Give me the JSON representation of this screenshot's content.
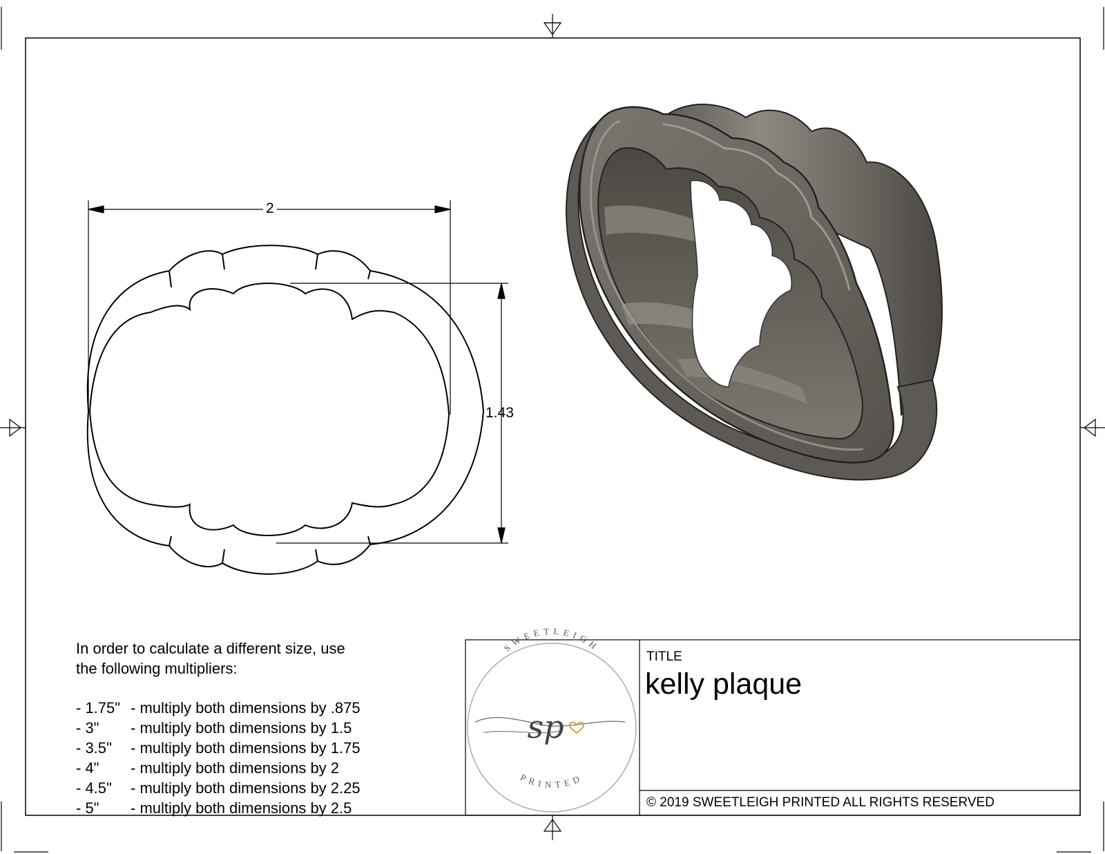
{
  "drawing": {
    "dimensions": {
      "width_value": "2",
      "height_value": "1.43"
    }
  },
  "notes": {
    "intro_line1": "In order to calculate a different size, use",
    "intro_line2": "the following multipliers:",
    "multipliers": [
      {
        "size": "- 1.75\"",
        "text": "- multiply both dimensions by .875"
      },
      {
        "size": "- 3\"",
        "text": "- multiply both dimensions by 1.5"
      },
      {
        "size": "- 3.5\"",
        "text": "- multiply both dimensions by 1.75"
      },
      {
        "size": "- 4\"",
        "text": "- multiply both dimensions by 2"
      },
      {
        "size": "- 4.5\"",
        "text": "- multiply both dimensions by 2.25"
      },
      {
        "size": "- 5\"",
        "text": "- multiply both dimensions by 2.5"
      }
    ]
  },
  "title_block": {
    "label": "TITLE",
    "name": "kelly plaque",
    "copyright": "© 2019  SWEETLEIGH PRINTED  ALL RIGHTS RESERVED"
  },
  "logo": {
    "top_text": "SWEETLEIGH",
    "monogram": "sp",
    "bottom_text": "PRINTED"
  },
  "colors": {
    "cutter_dark": "#3f3c38",
    "cutter_mid": "#6e6a64",
    "cutter_light": "#9a958d",
    "logo_heart": "#c8a24a"
  }
}
